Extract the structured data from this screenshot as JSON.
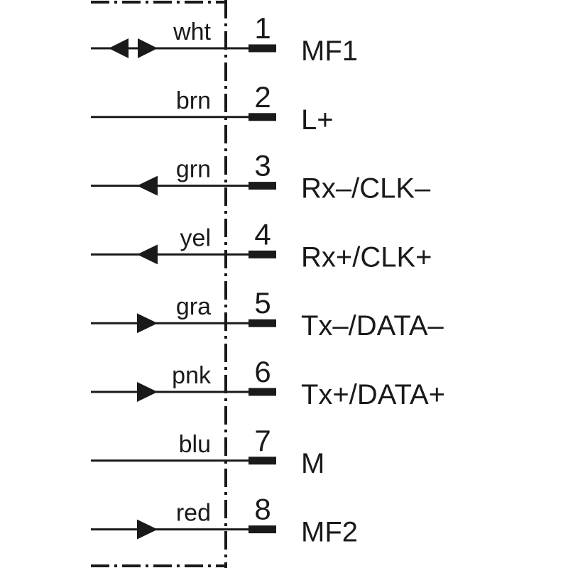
{
  "pins": [
    {
      "wire": "wht",
      "number": "1",
      "signal": "MF1",
      "direction": "bidirectional"
    },
    {
      "wire": "brn",
      "number": "2",
      "signal": "L+",
      "direction": "none"
    },
    {
      "wire": "grn",
      "number": "3",
      "signal": "Rx–/CLK–",
      "direction": "in"
    },
    {
      "wire": "yel",
      "number": "4",
      "signal": "Rx+/CLK+",
      "direction": "in"
    },
    {
      "wire": "gra",
      "number": "5",
      "signal": "Tx–/DATA–",
      "direction": "out"
    },
    {
      "wire": "pnk",
      "number": "6",
      "signal": "Tx+/DATA+",
      "direction": "out"
    },
    {
      "wire": "blu",
      "number": "7",
      "signal": "M",
      "direction": "none"
    },
    {
      "wire": "red",
      "number": "8",
      "signal": "MF2",
      "direction": "out"
    }
  ],
  "colors": {
    "ink": "#1a1a1a",
    "background": "#ffffff"
  }
}
